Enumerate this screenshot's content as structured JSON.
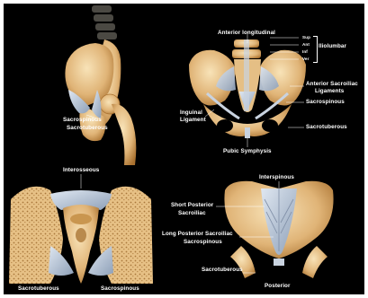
{
  "labels": {
    "lateral_view": {
      "sacrospinous": "Sacrospinous",
      "sacrotuberous": "Sacrotuberous"
    },
    "anterior_view": {
      "anterior_longitudinal": "Anterior longitudinal",
      "sup": "Sup",
      "ant": "Ant",
      "inf": "Inf",
      "ver": "Ver",
      "iliolumbar": "Iliolumbar",
      "anterior_sacroiliac": "Anterior Sacroiliac",
      "ligaments": "Ligaments",
      "inguinal": "Inguinal",
      "ligament": "Ligament",
      "sacrospinous": "Sacrospinous",
      "sacrotuberous": "Sacrotuberous",
      "pubic_symphysis": "Pubic Symphysis"
    },
    "section_view": {
      "interosseous": "Interosseous",
      "sacrotuberous": "Sacrotuberous",
      "sacrospinous": "Sacrospinous"
    },
    "posterior_view": {
      "interspinous": "Interspinous",
      "short_posterior": "Short Posterior",
      "sacroiliac": "Sacroiliac",
      "long_posterior_sacroiliac": "Long Posterior Sacroiliac",
      "sacrospinous": "Sacrospinous",
      "sacrotuberous": "Sacrotuberous",
      "posterior": "Posterior"
    }
  },
  "colors": {
    "background": "#000000",
    "bone": "#e8c38a",
    "bone_shade": "#b8823f",
    "ligament": "#b9c6d8",
    "text": "#ffffff"
  }
}
